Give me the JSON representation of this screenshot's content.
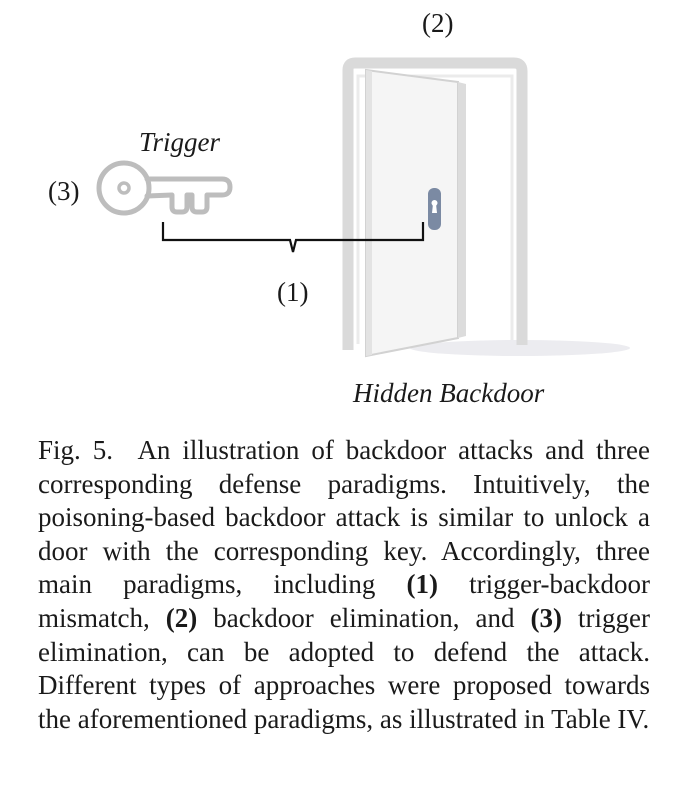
{
  "figure": {
    "label_trigger": "Trigger",
    "label_hidden_backdoor": "Hidden Backdoor",
    "marker_1": "(1)",
    "marker_2": "(2)",
    "marker_3": "(3)",
    "icons": [
      "key-icon",
      "door-icon",
      "keyhole-icon",
      "brace-icon"
    ],
    "colors": {
      "key_stroke": "#bdbdbd",
      "door_frame": "#d9d9d9",
      "door_panel": "#f4f4f4",
      "door_edge": "#cfcfcf",
      "floor_shadow": "#ececf0",
      "keyhole_plate": "#7b8aa3",
      "brace": "#111111"
    }
  },
  "caption": {
    "figure_number": "Fig. 5.",
    "part_a": "An illustration of backdoor attacks and three corresponding defense paradigms. Intuitively, the poisoning-based backdoor attack is similar to unlock a door with the corresponding key. Accord­ingly, three main paradigms, including ",
    "bold_1": "(1)",
    "part_b": " trigger-backdoor mismatch, ",
    "bold_2": "(2)",
    "part_c": " backdoor elimination, and ",
    "bold_3": "(3)",
    "part_d": " trigger elimination, can be adopted to defend the attack. Different types of approaches were proposed towards the aforementioned paradigms, as illustrated in Table IV."
  }
}
